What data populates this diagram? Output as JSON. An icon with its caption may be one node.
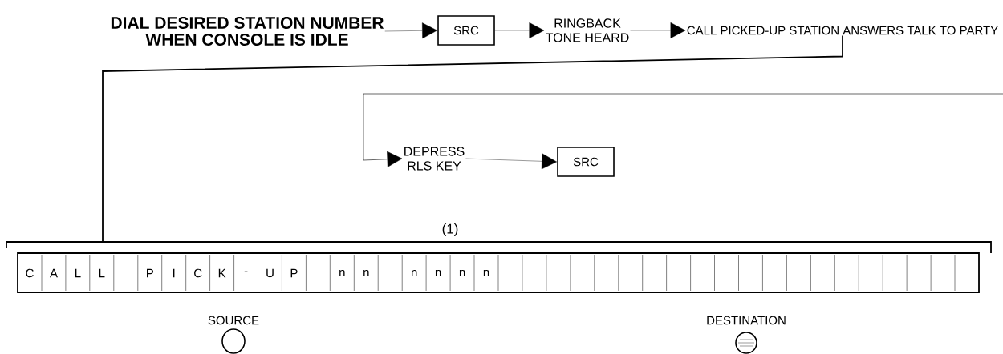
{
  "diagram": {
    "nodes": [
      {
        "text": [
          "DIAL DESIRED STATION NUMBER WHEN CONSOLE IS IDLE"
        ]
      },
      {
        "text": [
          "SRC"
        ]
      },
      {
        "text": [
          "RINGBACK TONE HEARD"
        ]
      },
      {
        "text": [
          "CALL PICKED-UP STATION ANSWERS TALK TO PARTY"
        ]
      },
      {
        "text": [
          "DEPRESS RLS KEY"
        ]
      },
      {
        "text": [
          "SRC"
        ]
      },
      {
        "text": [],
        "shape": "box"
      }
    ],
    "edges": [
      {
        "from": 0,
        "to": 1,
        "arrow": "to"
      },
      {
        "from": 1,
        "to": 2,
        "arrow": "to"
      },
      {
        "from": 2,
        "to": 3,
        "arrow": "to"
      },
      {
        "from": 3,
        "to": 6,
        "arrow": "none"
      },
      {
        "from": null,
        "to": 4,
        "arrow": "to"
      },
      {
        "from": 4,
        "to": 5,
        "arrow": "to"
      }
    ],
    "labels": [
      "(1)",
      "C",
      "A",
      "L",
      "L",
      "P",
      "I",
      "C",
      "K",
      "-",
      "U",
      "P",
      "n",
      "n",
      "n",
      "n",
      "n",
      "n",
      "SOURCE",
      "DESTINATION"
    ]
  }
}
